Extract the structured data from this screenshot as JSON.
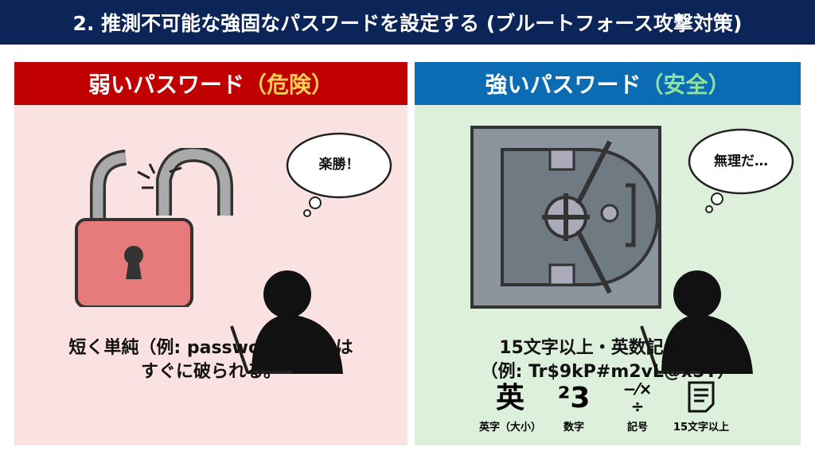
{
  "title": "2. 推測不可能な強固なパスワードを設定する (ブルートフォース攻撃対策)",
  "weak": {
    "heading": "弱いパスワード",
    "heading_accent": "（危険）",
    "bubble": "楽勝！",
    "caption_line1": "短く単純（例: password123）は",
    "caption_line2": "すぐに破られる。"
  },
  "strong": {
    "heading": "強いパスワード",
    "heading_accent": "（安全）",
    "bubble": "無理だ…",
    "caption_line1": "15文字以上・英数記号混在",
    "caption_line2": "（例: Tr$9kP#m2vL@x5Y）",
    "icons": [
      {
        "glyph": "英",
        "label": "英字（大小）"
      },
      {
        "glyph": "²3",
        "label": "数字"
      },
      {
        "glyph": "−⁄×÷",
        "label": "記号"
      },
      {
        "glyph": "document-list-icon",
        "label": "15文字以上"
      }
    ]
  },
  "colors": {
    "navy": "#0c2559",
    "red": "#c00000",
    "blue": "#0b6cb3",
    "pink": "#fbe2e2",
    "green": "#dcf0dc"
  }
}
